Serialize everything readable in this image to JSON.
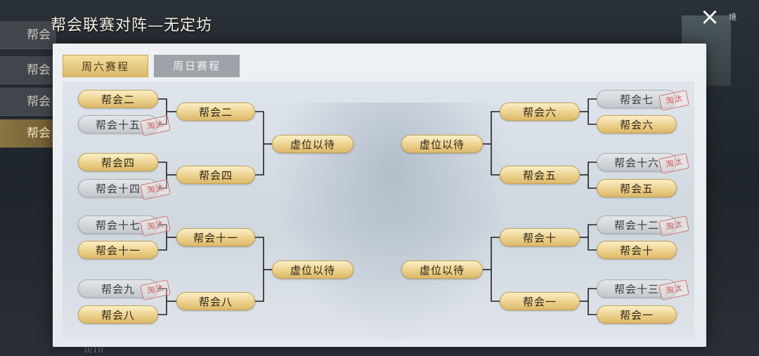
{
  "title": "帮会联赛对阵—无定坊",
  "close_icon": "×",
  "tabs": {
    "saturday": "周六赛程",
    "sunday": "周日赛程"
  },
  "background": {
    "sidebar": [
      "帮会",
      "帮会",
      "帮会",
      "帮会"
    ],
    "right_text": "境",
    "bottom_left": "0/10"
  },
  "eliminated_stamp": "淘汰",
  "bracket": {
    "left": {
      "round1": [
        {
          "name": "帮会二",
          "status": "win"
        },
        {
          "name": "帮会十五",
          "status": "out"
        },
        {
          "name": "帮会四",
          "status": "win"
        },
        {
          "name": "帮会十四",
          "status": "out"
        },
        {
          "name": "帮会十七",
          "status": "out"
        },
        {
          "name": "帮会十一",
          "status": "win"
        },
        {
          "name": "帮会九",
          "status": "out"
        },
        {
          "name": "帮会八",
          "status": "win"
        }
      ],
      "round2": [
        "帮会二",
        "帮会四",
        "帮会十一",
        "帮会八"
      ],
      "round3": [
        "虚位以待",
        "虚位以待"
      ]
    },
    "right": {
      "round1": [
        {
          "name": "帮会七",
          "status": "out"
        },
        {
          "name": "帮会六",
          "status": "win"
        },
        {
          "name": "帮会十六",
          "status": "out"
        },
        {
          "name": "帮会五",
          "status": "win"
        },
        {
          "name": "帮会十二",
          "status": "out"
        },
        {
          "name": "帮会十",
          "status": "win"
        },
        {
          "name": "帮会十三",
          "status": "out"
        },
        {
          "name": "帮会一",
          "status": "win"
        }
      ],
      "round2": [
        "帮会六",
        "帮会五",
        "帮会十",
        "帮会一"
      ],
      "round3": [
        "虚位以待",
        "虚位以待"
      ]
    }
  }
}
